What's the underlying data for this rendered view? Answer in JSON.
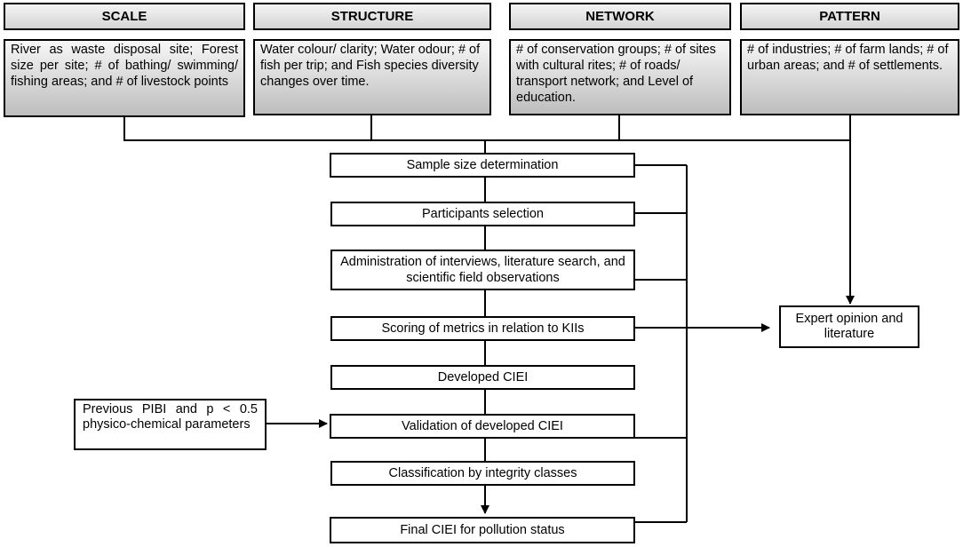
{
  "headers": {
    "scale": "SCALE",
    "structure": "STRUCTURE",
    "network": "NETWORK",
    "pattern": "PATTERN"
  },
  "descriptions": {
    "scale": "River as waste disposal site; Forest size per site; # of bathing/ swimming/ fishing areas; and # of livestock points",
    "structure": "Water colour/ clarity; Water odour; # of fish per trip; and Fish species diversity changes over time.",
    "network": "# of conservation groups; # of sites with cultural rites; # of roads/ transport network; and Level of education.",
    "pattern": "# of industries; # of farm lands; # of urban areas; and # of settlements."
  },
  "steps": {
    "sample_size": "Sample size determination",
    "participants": "Participants selection",
    "administration": "Administration of interviews, literature search, and scientific field observations",
    "scoring": "Scoring of metrics in relation to KIIs",
    "developed": "Developed CIEI",
    "validation": "Validation of developed CIEI",
    "classification": "Classification by integrity classes",
    "final": "Final CIEI for pollution status"
  },
  "side_boxes": {
    "expert": "Expert opinion and literature",
    "previous": "Previous PIBI and p < 0.5 physico-chemical parameters"
  }
}
